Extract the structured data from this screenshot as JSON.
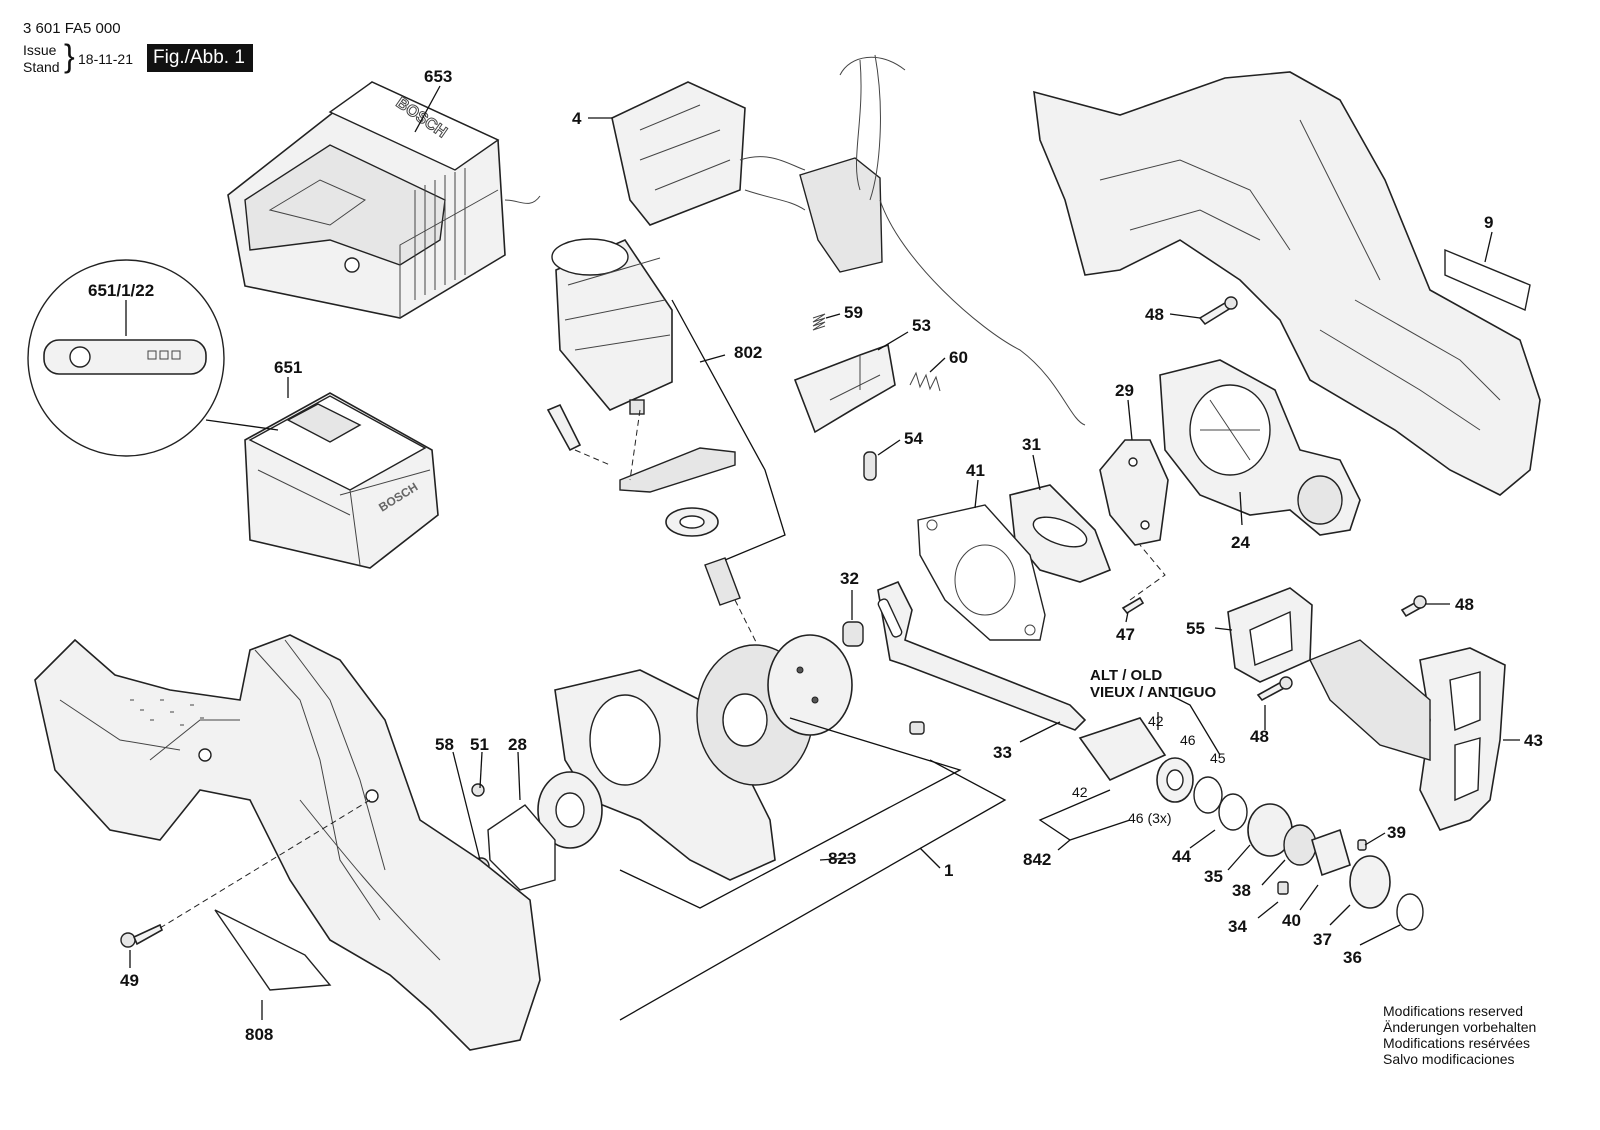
{
  "header": {
    "doc_number": "3 601 FA5 000",
    "issue_label_en": "Issue",
    "issue_label_de": "Stand",
    "date": "18-11-21",
    "figure": "Fig./Abb. 1"
  },
  "parts": {
    "p653": "653",
    "p651_1_22": "651/1/22",
    "p651": "651",
    "p4": "4",
    "p802": "802",
    "p59": "59",
    "p53": "53",
    "p60": "60",
    "p54": "54",
    "p9": "9",
    "p48a": "48",
    "p29": "29",
    "p31": "31",
    "p41": "41",
    "p24": "24",
    "p47": "47",
    "p32": "32",
    "p55": "55",
    "p48b": "48",
    "p48c": "48",
    "p43": "43",
    "p33": "33",
    "p58": "58",
    "p51": "51",
    "p28": "28",
    "p823": "823",
    "p1": "1",
    "p49": "49",
    "p808": "808",
    "p842": "842",
    "p44": "44",
    "p35": "35",
    "p38": "38",
    "p39": "39",
    "p34": "34",
    "p40": "40",
    "p37": "37",
    "p36": "36",
    "k42a": "42",
    "k46a": "46",
    "k45": "45",
    "k42b": "42",
    "k46b": "46 (3x)"
  },
  "alt_old_label": {
    "line1": "ALT / OLD",
    "line2": "VIEUX / ANTIGUO"
  },
  "brand_marks": {
    "charger_logo": "BOSCH",
    "battery_logo": "BOSCH"
  },
  "notes": [
    "Modifications reserved",
    "Änderungen vorbehalten",
    "Modifications resérvées",
    "Salvo modificaciones"
  ]
}
